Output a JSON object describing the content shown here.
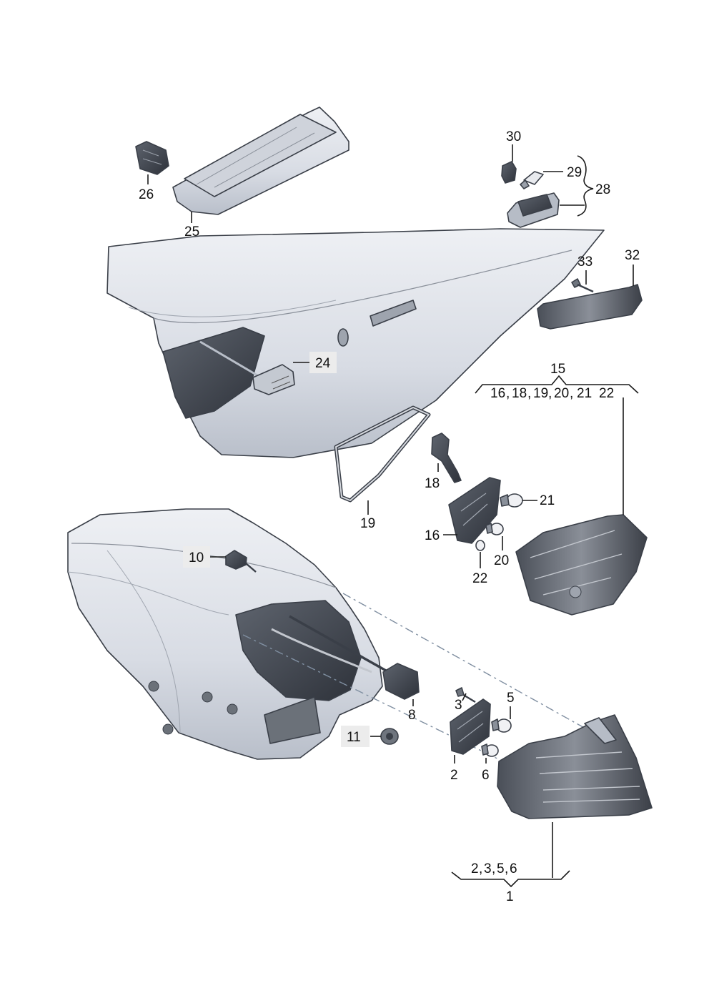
{
  "callouts": {
    "c30": "30",
    "c29": "29",
    "c28": "28",
    "c26": "26",
    "c25": "25",
    "c33": "33",
    "c32": "32",
    "c24": "24",
    "c15": "15",
    "group15_members": [
      "16",
      "18",
      "19",
      "20",
      "21",
      "22"
    ],
    "c18": "18",
    "c19": "19",
    "c21": "21",
    "c16": "16",
    "c20": "20",
    "c22": "22",
    "c10": "10",
    "c3": "3",
    "c5": "5",
    "c11": "11",
    "c8": "8",
    "c2": "2",
    "c6": "6",
    "group1_members": [
      "2",
      "3",
      "5",
      "6"
    ],
    "c1": "1"
  }
}
